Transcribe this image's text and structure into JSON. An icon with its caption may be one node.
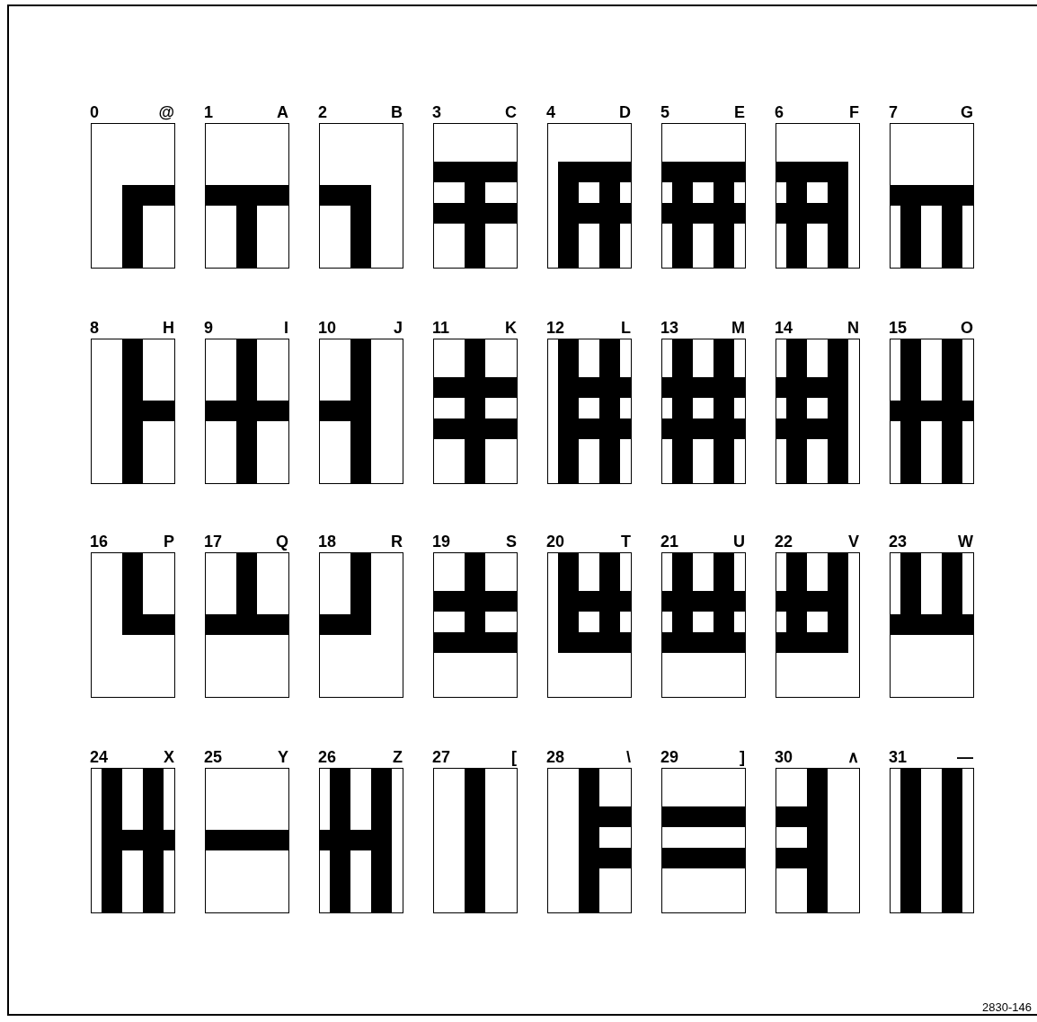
{
  "diagram": {
    "nodes": [
      {
        "text": [
          "0",
          "@"
        ]
      },
      {
        "text": [
          "1",
          "A"
        ]
      },
      {
        "text": [
          "2",
          "B"
        ]
      },
      {
        "text": [
          "3",
          "C"
        ]
      },
      {
        "text": [
          "4",
          "D"
        ]
      },
      {
        "text": [
          "5",
          "E"
        ]
      },
      {
        "text": [
          "6",
          "F"
        ]
      },
      {
        "text": [
          "7",
          "G"
        ]
      },
      {
        "text": [
          "8",
          "H"
        ]
      },
      {
        "text": [
          "9",
          "I"
        ]
      },
      {
        "text": [
          "10",
          "J"
        ]
      },
      {
        "text": [
          "11",
          "K"
        ]
      },
      {
        "text": [
          "12",
          "L"
        ]
      },
      {
        "text": [
          "13",
          "M"
        ]
      },
      {
        "text": [
          "14",
          "N"
        ]
      },
      {
        "text": [
          "15",
          "O"
        ]
      },
      {
        "text": [
          "16",
          "P"
        ]
      },
      {
        "text": [
          "17",
          "Q"
        ]
      },
      {
        "text": [
          "18",
          "R"
        ]
      },
      {
        "text": [
          "19",
          "S"
        ]
      },
      {
        "text": [
          "20",
          "T"
        ]
      },
      {
        "text": [
          "21",
          "U"
        ]
      },
      {
        "text": [
          "22",
          "V"
        ]
      },
      {
        "text": [
          "23",
          "W"
        ]
      },
      {
        "text": [
          "24",
          "X"
        ]
      },
      {
        "text": [
          "25",
          "Y"
        ]
      },
      {
        "text": [
          "26",
          "Z"
        ]
      },
      {
        "text": [
          "27",
          "["
        ]
      },
      {
        "text": [
          "28",
          "\\"
        ]
      },
      {
        "text": [
          "29",
          "]"
        ]
      },
      {
        "text": [
          "30",
          "∧"
        ]
      },
      {
        "text": [
          "31",
          "—"
        ]
      }
    ],
    "labels": [
      "2830-146"
    ]
  }
}
